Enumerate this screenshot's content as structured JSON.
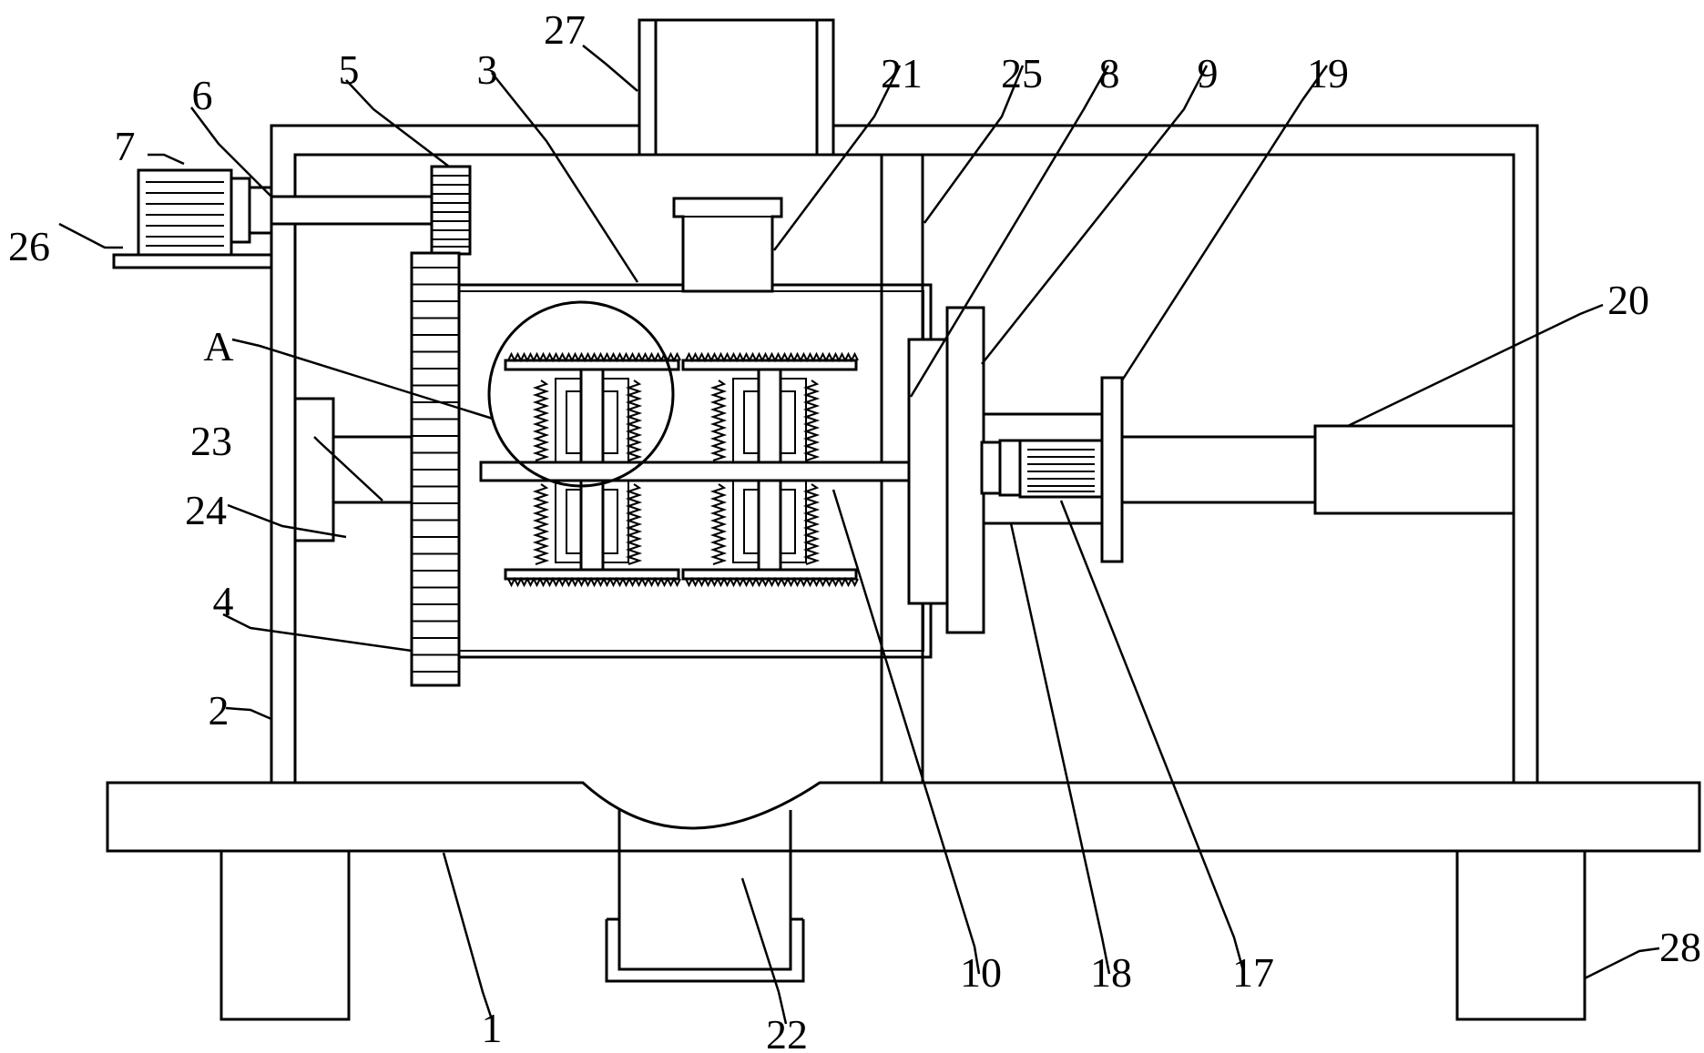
{
  "labels": {
    "l1": "1",
    "l2": "2",
    "l3": "3",
    "l4": "4",
    "l5": "5",
    "l6": "6",
    "l7": "7",
    "l8": "8",
    "l9": "9",
    "l10": "10",
    "l17": "17",
    "l18": "18",
    "l19": "19",
    "l20": "20",
    "l21": "21",
    "l22": "22",
    "l23": "23",
    "l24": "24",
    "l25": "25",
    "l26": "26",
    "l27": "27",
    "l28": "28",
    "lA": "A"
  }
}
